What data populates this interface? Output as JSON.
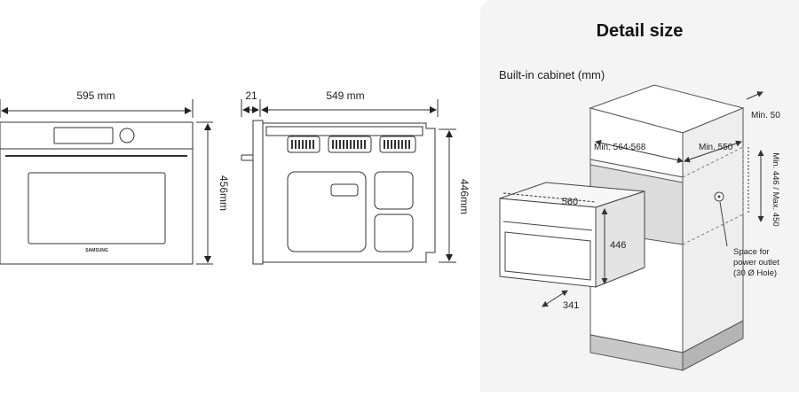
{
  "front_view": {
    "width_label": "595 mm",
    "height_label": "456mm",
    "brand": "SAMSUNG"
  },
  "side_view": {
    "door_depth_label": "21",
    "depth_label": "549 mm",
    "height_label": "446mm"
  },
  "detail_panel": {
    "title": "Detail size",
    "subtitle": "Built-in cabinet (mm)",
    "labels": {
      "min_50": "Min. 50",
      "min_width": "Min. 564-568",
      "min_depth": "Min. 550",
      "height_range": "Min. 446 / Max. 450",
      "appliance_width": "560",
      "appliance_height": "446",
      "appliance_depth": "341",
      "outlet_line1": "Space for",
      "outlet_line2": "power outlet",
      "outlet_line3": "(30 Ø Hole)"
    }
  }
}
